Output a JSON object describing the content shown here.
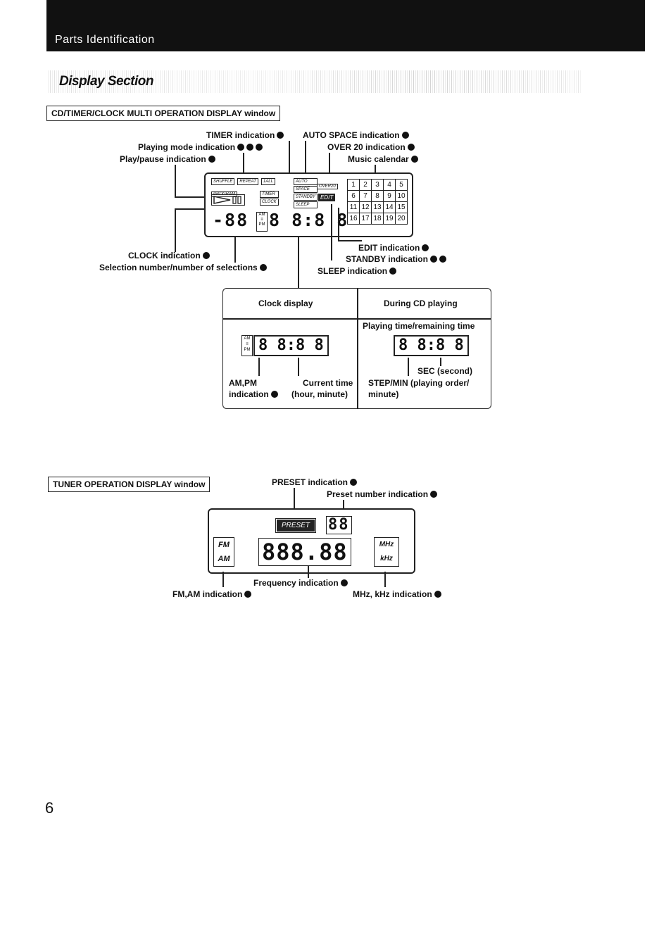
{
  "header": {
    "title": "Parts Identification"
  },
  "section": {
    "title": "Display Section"
  },
  "cd_window": {
    "box_label": "CD/TIMER/CLOCK MULTI OPERATION DISPLAY window",
    "labels": {
      "timer": "TIMER indication",
      "auto_space": "AUTO SPACE indication",
      "playing_mode": "Playing mode indication",
      "over20": "OVER 20 indication",
      "play_pause": "Play/pause indication",
      "music_calendar": "Music calendar",
      "clock": "CLOCK indication",
      "selection": "Selection number/number of selections",
      "edit": "EDIT indication",
      "standby": "STANDBY indication",
      "sleep": "SLEEP indication"
    },
    "display": {
      "shuffle": "SHUFFLE",
      "repeat": "REPEAT",
      "one_all": "1ALL",
      "program": "PROGRAM",
      "timer": "TIMER",
      "clock": "CLOCK",
      "auto": "AUTO",
      "space": "SPACE",
      "standby": "STANDBY",
      "sleep": "SLEEP",
      "over20": "OVER20",
      "edit": "EDIT",
      "track_digits": "-88",
      "time_digits": "8 8:8 8",
      "am": "AM",
      "pm": "PM",
      "calendar": [
        [
          "1",
          "2",
          "3",
          "4",
          "5"
        ],
        [
          "6",
          "7",
          "8",
          "9",
          "10"
        ],
        [
          "11",
          "12",
          "13",
          "14",
          "15"
        ],
        [
          "16",
          "17",
          "18",
          "19",
          "20"
        ]
      ]
    },
    "table": {
      "clock_header": "Clock display",
      "cd_header": "During CD playing",
      "playing_time": "Playing time/remaining time",
      "clock_digits": "8 8:8 8",
      "cd_digits": "8 8:8 8",
      "am": "AM",
      "pm": "PM",
      "ampm_label": "AM,PM",
      "ampm_label2": "indication",
      "current_time": "Current time",
      "current_time2": "(hour, minute)",
      "sec": "SEC (second)",
      "step_min": "STEP/MIN (playing order/",
      "step_min2": "minute)"
    }
  },
  "tuner_window": {
    "box_label": "TUNER OPERATION DISPLAY window",
    "labels": {
      "preset": "PRESET indication",
      "preset_number": "Preset number indication",
      "frequency": "Frequency indication",
      "fm_am": "FM,AM indication",
      "mhz_khz": "MHz, kHz indication"
    },
    "display": {
      "preset": "PRESET",
      "preset_digits": "88",
      "fm": "FM",
      "am": "AM",
      "freq_digits": "888.88",
      "mhz": "MHz",
      "khz": "kHz"
    }
  },
  "page_number": "6"
}
